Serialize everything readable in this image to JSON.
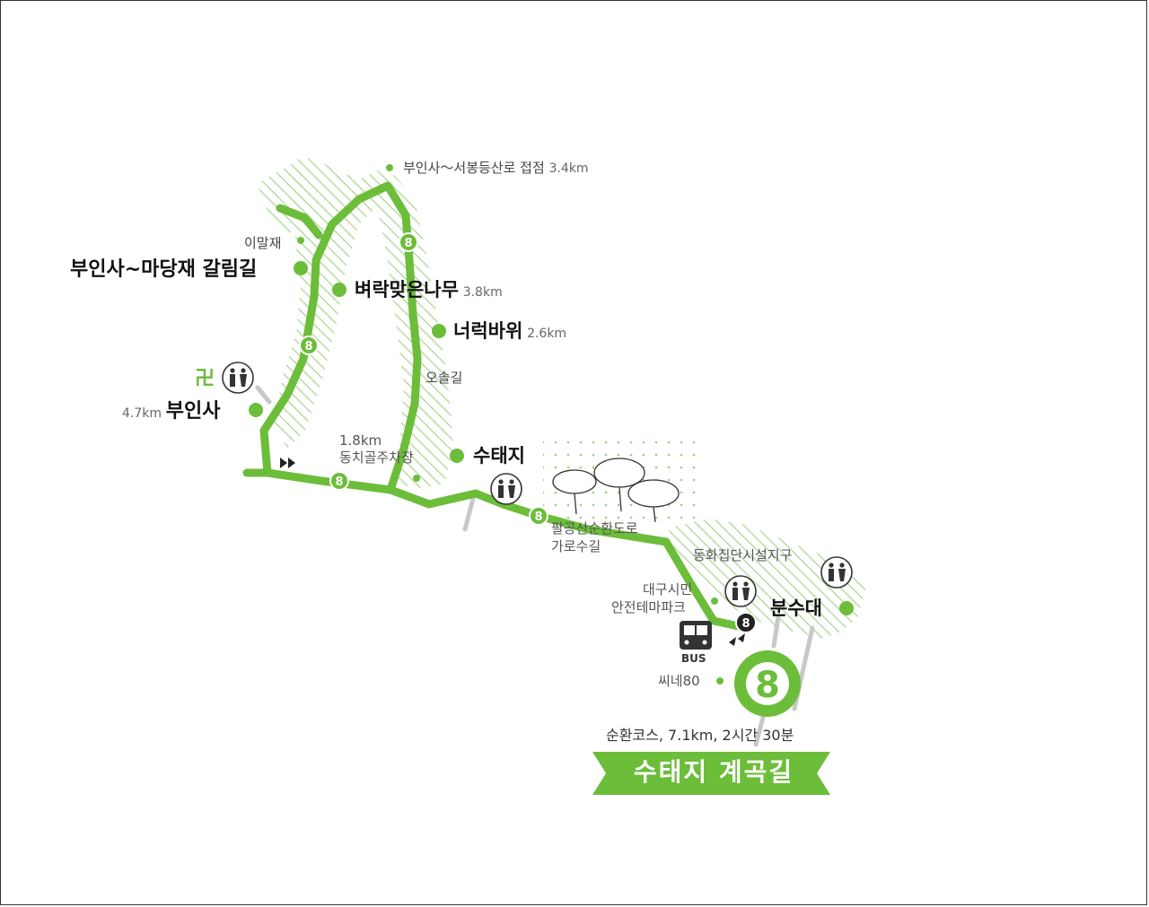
{
  "colors": {
    "route": "#6cbd3a",
    "hatch": "#b8dca0",
    "road": "#c8c8c8",
    "text": "#222222",
    "banner": "#6cbd3a"
  },
  "labels": {
    "seobong_junction": "부인사～서봉등산로 접점",
    "seobong_dist": "3.4km",
    "imaljae": "이말재",
    "madangjae": "부인사~마당재 갈림길",
    "byeorak": "벼락맞은나무",
    "byeorak_dist": "3.8km",
    "neoreok": "너럭바위",
    "neoreok_dist": "2.6km",
    "osolgil": "오솔길",
    "buinsa": "부인사",
    "buinsa_dist": "4.7km",
    "dongchi_dist": "1.8km",
    "dongchi": "동치골주차장",
    "sutaeji": "수태지",
    "palgongsan_line1": "팔공산순환도로",
    "palgongsan_line2": "가로수길",
    "donghwa": "동화집단시설지구",
    "daegu_line1": "대구시민",
    "daegu_line2": "안전테마파크",
    "bunsudae": "분수대",
    "bus": "BUS",
    "cine80": "씨네80",
    "route_number": "8",
    "course_info": "순환코스, 7.1km, 2시간 30분",
    "course_name": "수태지 계곡길",
    "temple_symbol": "卍"
  },
  "icons": [
    "restroom-icon",
    "bus-icon",
    "temple-icon",
    "tree-icon",
    "direction-arrow-icon"
  ]
}
